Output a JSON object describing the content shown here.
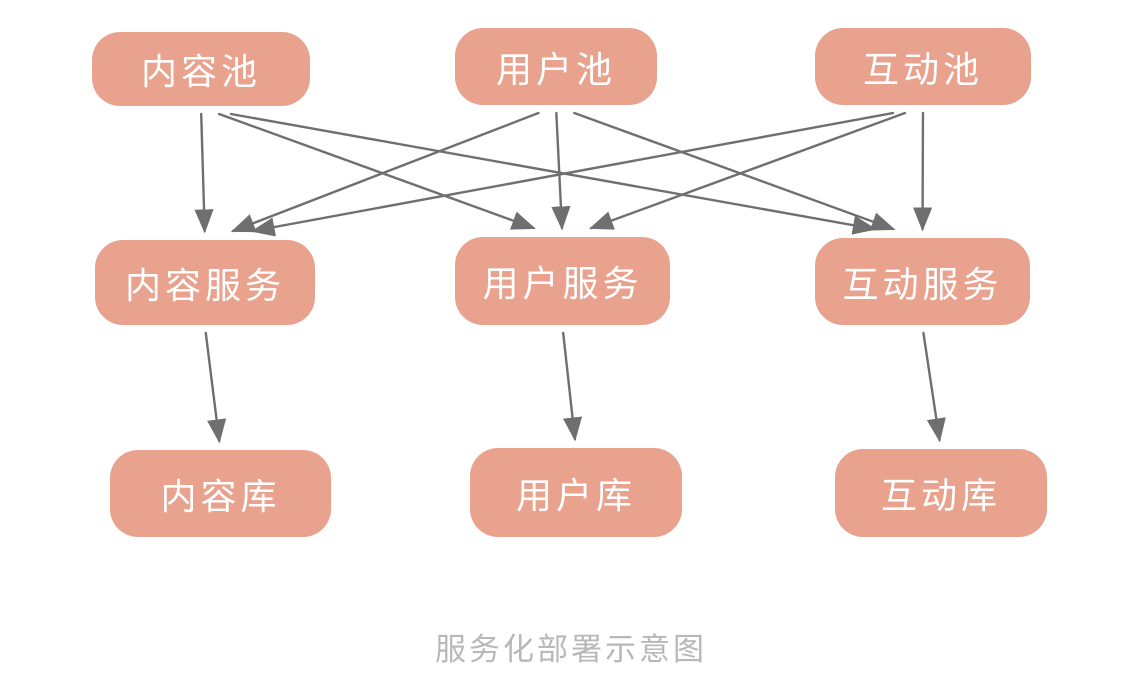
{
  "diagram": {
    "caption": "服务化部署示意图",
    "colors": {
      "node_fill": "#E9A28E",
      "node_text": "#FFFFFF",
      "arrow": "#6F6F6F",
      "caption_text": "#B8B8B8",
      "background": "#FFFFFF"
    },
    "nodes": [
      {
        "id": "content-pool",
        "label": "内容池",
        "row": "pool"
      },
      {
        "id": "user-pool",
        "label": "用户池",
        "row": "pool"
      },
      {
        "id": "interaction-pool",
        "label": "互动池",
        "row": "pool"
      },
      {
        "id": "content-service",
        "label": "内容服务",
        "row": "service"
      },
      {
        "id": "user-service",
        "label": "用户服务",
        "row": "service"
      },
      {
        "id": "interaction-service",
        "label": "互动服务",
        "row": "service"
      },
      {
        "id": "content-db",
        "label": "内容库",
        "row": "database"
      },
      {
        "id": "user-db",
        "label": "用户库",
        "row": "database"
      },
      {
        "id": "interaction-db",
        "label": "互动库",
        "row": "database"
      }
    ],
    "edges": [
      {
        "from": "content-pool",
        "to": "content-service"
      },
      {
        "from": "content-pool",
        "to": "user-service"
      },
      {
        "from": "content-pool",
        "to": "interaction-service"
      },
      {
        "from": "user-pool",
        "to": "content-service"
      },
      {
        "from": "user-pool",
        "to": "user-service"
      },
      {
        "from": "user-pool",
        "to": "interaction-service"
      },
      {
        "from": "interaction-pool",
        "to": "content-service"
      },
      {
        "from": "interaction-pool",
        "to": "user-service"
      },
      {
        "from": "interaction-pool",
        "to": "interaction-service"
      },
      {
        "from": "content-service",
        "to": "content-db"
      },
      {
        "from": "user-service",
        "to": "user-db"
      },
      {
        "from": "interaction-service",
        "to": "interaction-db"
      }
    ]
  }
}
